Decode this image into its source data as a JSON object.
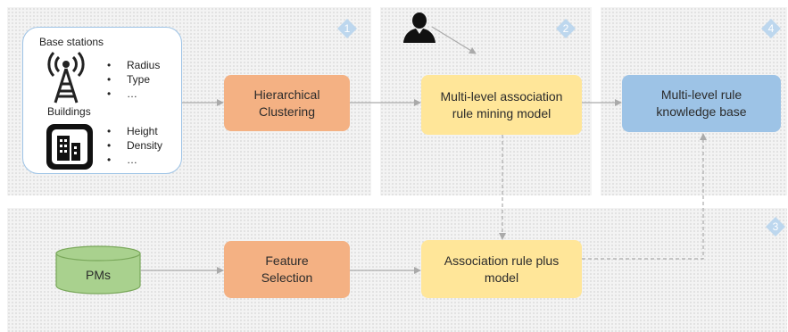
{
  "panels": {
    "p1": {
      "number": "1"
    },
    "p2": {
      "number": "2"
    },
    "p3": {
      "number": "3"
    },
    "p4": {
      "number": "4"
    }
  },
  "inputs": {
    "base_stations": {
      "title": "Base stations",
      "attributes": [
        "Radius",
        "Type",
        "…"
      ]
    },
    "buildings": {
      "title": "Buildings",
      "attributes": [
        "Height",
        "Density",
        "…"
      ]
    }
  },
  "nodes": {
    "hierarchical_clustering": {
      "line1": "Hierarchical",
      "line2": "Clustering"
    },
    "mining_model": {
      "line1": "Multi-level association",
      "line2": "rule mining model"
    },
    "knowledge_base": {
      "line1": "Multi-level rule",
      "line2": "knowledge base"
    },
    "pms": {
      "label": "PMs"
    },
    "feature_selection": {
      "line1": "Feature",
      "line2": "Selection"
    },
    "plus_model": {
      "line1": "Association rule plus",
      "line2": "model"
    }
  },
  "colors": {
    "orange": "#f4b183",
    "yellow": "#ffe699",
    "blue": "#9dc3e6",
    "green": "#a9d18e",
    "badge": "#bdd7ee"
  },
  "icons": [
    "antenna-tower-icon",
    "building-icon",
    "person-icon"
  ]
}
